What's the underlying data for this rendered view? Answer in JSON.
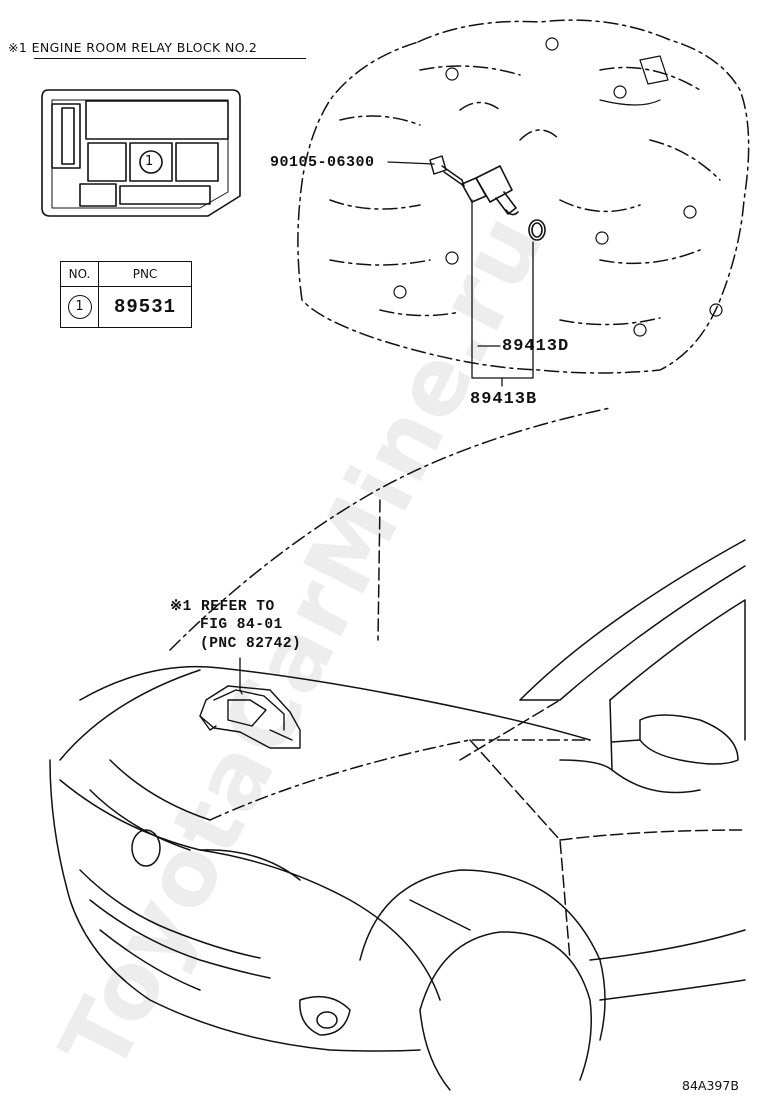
{
  "relay_block": {
    "title": "※1 ENGINE  ROOM  RELAY  BLOCK  NO.2",
    "marker": "1"
  },
  "pnc_table": {
    "headers": [
      "NO.",
      "PNC"
    ],
    "rows": [
      {
        "no": "1",
        "pnc": "89531"
      }
    ]
  },
  "callouts": {
    "bolt": "90105-06300",
    "ring": "89413D",
    "sensor": "89413B",
    "refer_line1": "※1 REFER TO",
    "refer_line2": "FIG 84-01",
    "refer_line3": "(PNC 82742)"
  },
  "figure_id": "84A397B",
  "watermark": "ToyotaCarMine.ru"
}
